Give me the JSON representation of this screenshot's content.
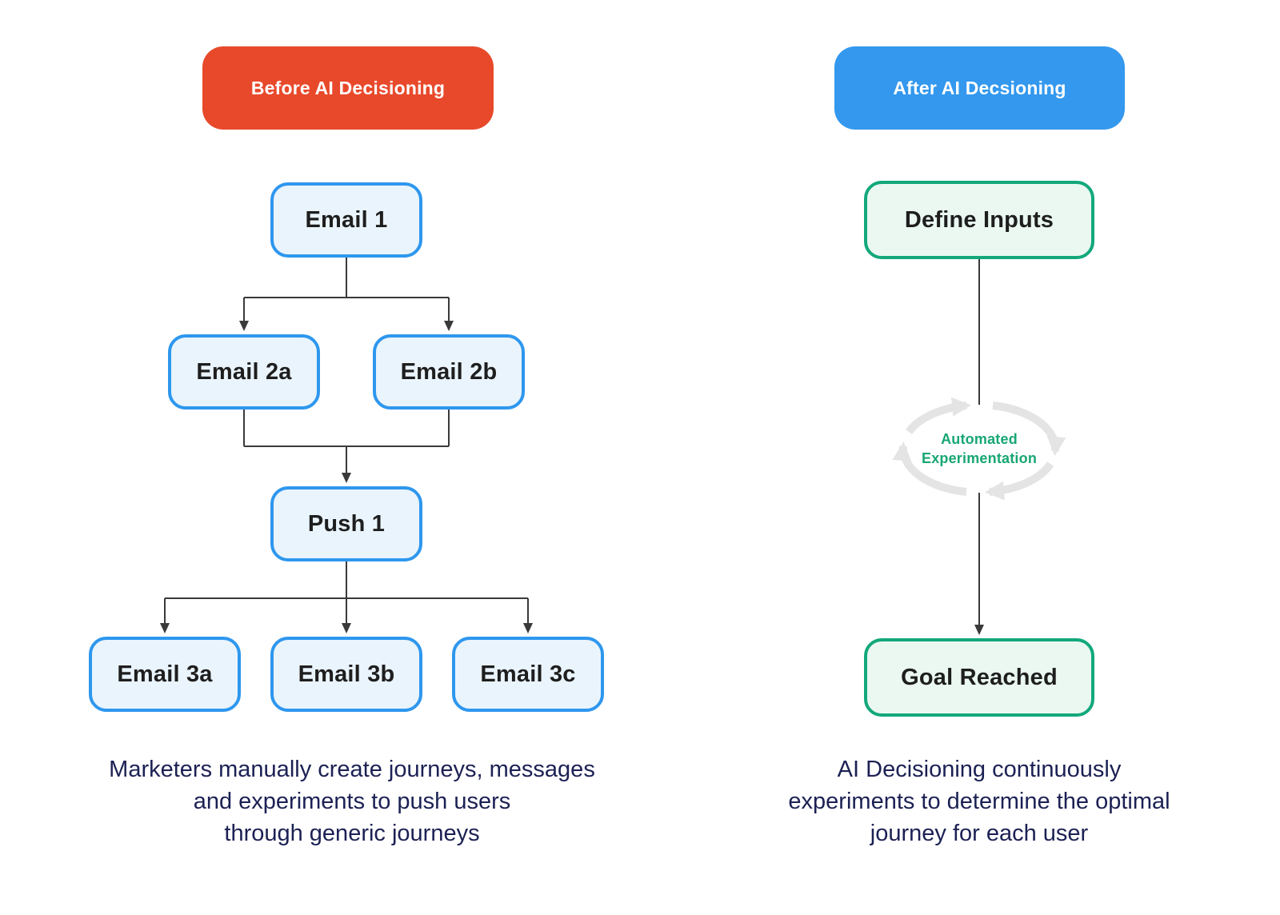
{
  "diagram": {
    "left": {
      "header": "Before AI Decisioning",
      "nodes": {
        "email1": "Email 1",
        "email2a": "Email 2a",
        "email2b": "Email 2b",
        "push1": "Push 1",
        "email3a": "Email 3a",
        "email3b": "Email 3b",
        "email3c": "Email 3c"
      },
      "caption": {
        "line1": "Marketers manually create journeys, messages",
        "line2": "and experiments to push users",
        "line3": "through generic journeys"
      }
    },
    "right": {
      "header": "After AI Decsioning",
      "nodes": {
        "define_inputs": "Define Inputs",
        "goal_reached": "Goal Reached"
      },
      "loop_label": {
        "line1": "Automated",
        "line2": "Experimentation"
      },
      "caption": {
        "line1": "AI Decisioning continuously",
        "line2": "experiments to determine the optimal",
        "line3": "journey for each user"
      }
    },
    "colors": {
      "before_header_bg": "#E8492B",
      "after_header_bg": "#3398EE",
      "blue_node_border": "#2E97EE",
      "blue_node_fill": "#EAF4FC",
      "green_node_border": "#12A87B",
      "green_node_fill": "#EAF8F1",
      "loop_text": "#17A673",
      "loop_arrows": "#E4E4E4",
      "connector": "#3A3A3A",
      "caption_text": "#1C2154",
      "node_text": "#1E1E1E",
      "header_text": "#FFFFFF"
    }
  }
}
